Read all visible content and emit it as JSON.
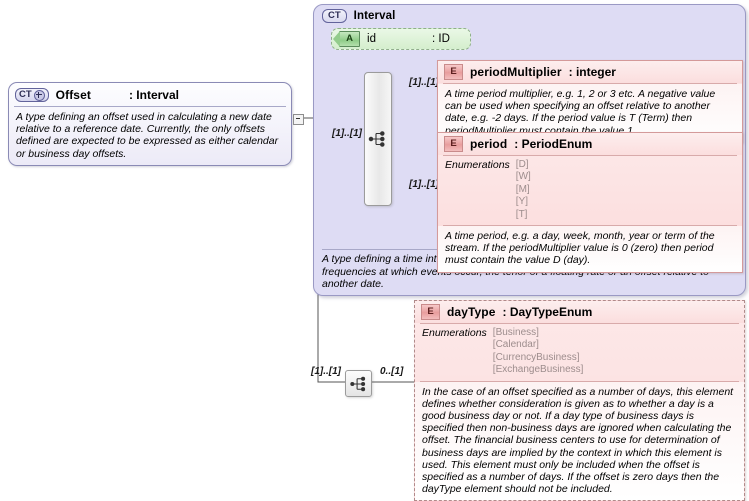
{
  "offset": {
    "badge": "CT",
    "badge_icon": "plus-expand-icon",
    "name": "Offset",
    "type": ": Interval",
    "doc": "A type defining an offset used in calculating a new date relative to a reference date. Currently, the only offsets defined are expected to be expressed as either calendar or business day offsets."
  },
  "interval": {
    "badge": "CT",
    "name": "Interval",
    "doc": "A type defining a time interval or offset, e.g. one day, three months. Used for specifying frequencies at which events occur, the tenor of a floating rate or an offset relative to another date."
  },
  "id_attribute": {
    "badge": "A",
    "name": "id",
    "type": ": ID"
  },
  "period_multiplier": {
    "badge": "E",
    "name": "periodMultiplier",
    "type": ": integer",
    "doc": "A time period multiplier, e.g. 1, 2 or 3 etc. A negative value can be used when specifying an offset relative to another date, e.g. -2 days. If the period value is T (Term) then periodMultiplier must contain the value 1."
  },
  "period": {
    "badge": "E",
    "name": "period",
    "type": ": PeriodEnum",
    "enum_label": "Enumerations",
    "enumerations": [
      "[D]",
      "[W]",
      "[M]",
      "[Y]",
      "[T]"
    ],
    "doc": "A time period, e.g. a day, week, month, year or term of the stream. If the periodMultiplier value is 0 (zero) then period must contain the value D (day)."
  },
  "day_type": {
    "badge": "E",
    "name": "dayType",
    "type": ": DayTypeEnum",
    "enum_label": "Enumerations",
    "enumerations": [
      "[Business]",
      "[Calendar]",
      "[CurrencyBusiness]",
      "[ExchangeBusiness]"
    ],
    "doc": "In the case of an offset specified as a number of days, this element defines whether consideration is given as to whether a day is a good business day or not. If a day type of business days is specified then non-business days are ignored when calculating the offset. The financial business centers to use for determination of business days are implied by the context in which this element is used. This element must only be included when the offset is specified as a number of days. If the offset is zero days then the dayType element should not be included."
  },
  "cardinality": {
    "interval_in": "[1]..[1]",
    "period_multiplier": "[1]..[1]",
    "period": "[1]..[1]",
    "sequence_in": "[1]..[1]",
    "day_type": "0..[1]"
  },
  "colors": {
    "container_fill": "#dedcf4",
    "container_border": "#9a99c4",
    "element_fill": "#fbdada",
    "element_border": "#d49a9a",
    "attribute_fill": "#d4eecd",
    "attribute_border": "#8fae8a",
    "offset_fill": "#eceaf7",
    "line": "#555555"
  }
}
